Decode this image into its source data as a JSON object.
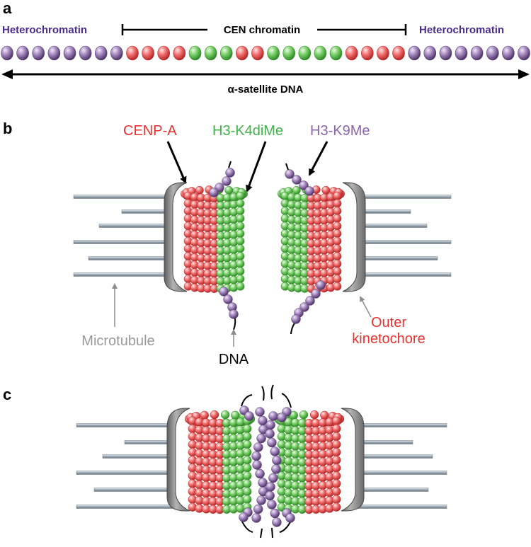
{
  "panel_a": {
    "letter": "a",
    "left_label": "Heterochromatin",
    "center_label": "CEN chromatin",
    "right_label": "Heterochromatin",
    "bottom_label": "α-satellite DNA",
    "bead_sequence": [
      "P",
      "P",
      "P",
      "P",
      "P",
      "P",
      "P",
      "P",
      "R",
      "R",
      "R",
      "R",
      "G",
      "G",
      "G",
      "R",
      "R",
      "G",
      "G",
      "G",
      "G",
      "G",
      "R",
      "R",
      "R",
      "R",
      "P",
      "P",
      "P",
      "P",
      "P",
      "P",
      "P",
      "P"
    ]
  },
  "panel_b": {
    "letter": "b",
    "label_cenp_a": "CENP-A",
    "label_h3k4": "H3-K4diMe",
    "label_h3k9": "H3-K9Me",
    "label_microtubule": "Microtubule",
    "label_dna": "DNA",
    "label_outer_1": "Outer",
    "label_outer_2": "kinetochore"
  },
  "panel_c": {
    "letter": "c"
  },
  "colors": {
    "purple": "#9a7bb5",
    "red": "#ee5a5a",
    "green": "#5bc24f",
    "label_red": "#e8322f",
    "label_green": "#3fb34a",
    "label_purple": "#8b66aa",
    "hetero_text": "#4b2c8c",
    "grey_label": "#9a9a9a",
    "kinetochore": "#7d7d7d"
  }
}
